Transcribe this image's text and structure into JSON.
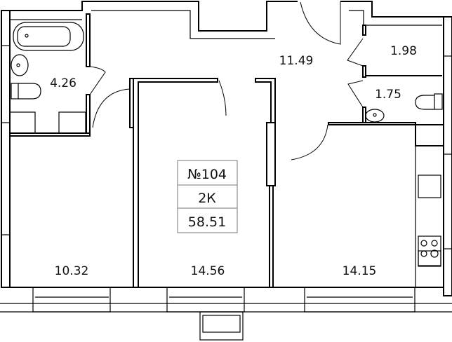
{
  "apartment": {
    "number": "№104",
    "type": "2К",
    "total_area": "58.51"
  },
  "rooms": [
    {
      "id": "bathroom",
      "area": "4.26"
    },
    {
      "id": "hallway",
      "area": "11.49"
    },
    {
      "id": "storage",
      "area": "1.98"
    },
    {
      "id": "toilet",
      "area": "1.75"
    },
    {
      "id": "bedroom-left",
      "area": "10.32"
    },
    {
      "id": "bedroom-middle",
      "area": "14.56"
    },
    {
      "id": "kitchen-living",
      "area": "14.15"
    }
  ]
}
